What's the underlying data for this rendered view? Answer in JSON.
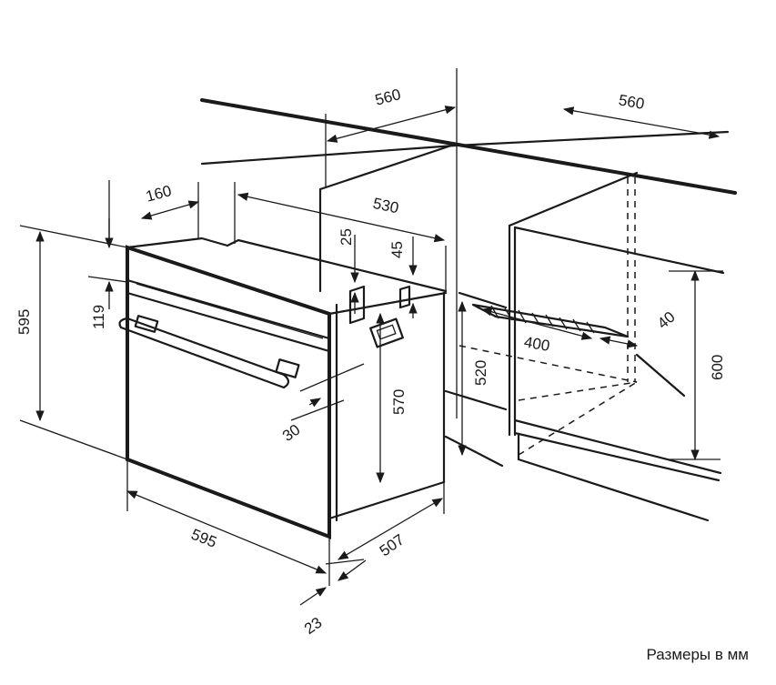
{
  "dimensions": {
    "niche_depth_top_left": "560",
    "niche_depth_top_right": "560",
    "top_depth": "160",
    "body_depth": "530",
    "gap_25": "25",
    "gap_45": "45",
    "overall_height": "595",
    "panel_height": "119",
    "body_height": "570",
    "niche_height_left": "520",
    "handle_offset": "30",
    "front_width": "595",
    "side_depth": "507",
    "front_thickness": "23",
    "vent_width": "400",
    "vent_depth": "40",
    "niche_height_right": "600"
  },
  "caption": "Размеры в мм"
}
